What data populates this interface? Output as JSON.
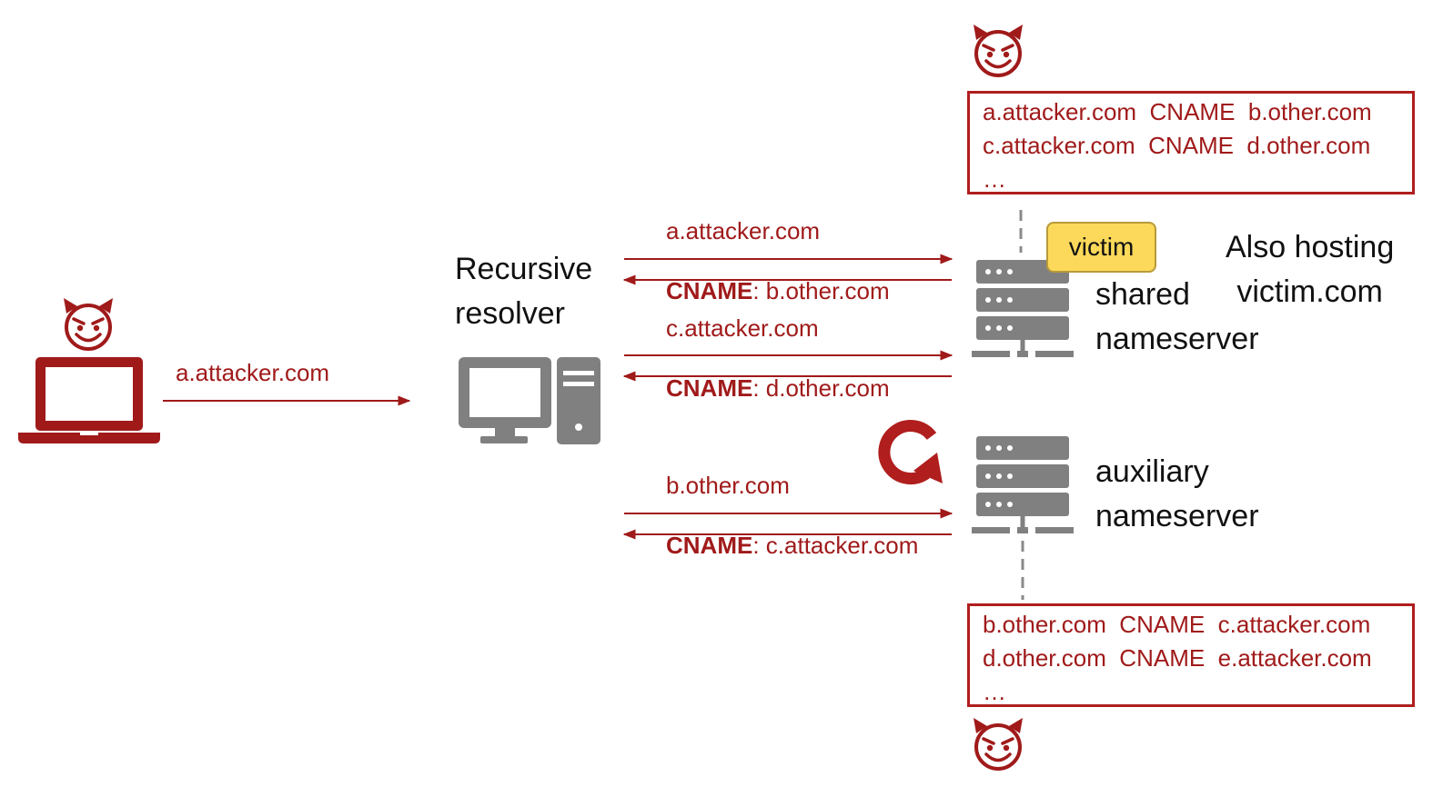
{
  "colors": {
    "accent": "#a01a1a",
    "device_gray": "#808080",
    "badge_fill": "#fcd95a"
  },
  "icons": {
    "attacker_top": "devil-face-icon",
    "attacker_bottom": "devil-face-icon",
    "attacker_client": "devil-face-icon",
    "laptop": "laptop-icon",
    "resolver": "desktop-computer-icon",
    "shared_server": "server-rack-icon",
    "auxiliary_server": "server-rack-icon",
    "loop": "loop-arrow-icon"
  },
  "client": {
    "query": "a.attacker.com"
  },
  "resolver": {
    "label_line1": "Recursive",
    "label_line2": "resolver"
  },
  "shared_exchange": [
    {
      "query": "a.attacker.com",
      "answer_prefix": "CNAME",
      "answer_value": ": b.other.com"
    },
    {
      "query": "c.attacker.com",
      "answer_prefix": "CNAME",
      "answer_value": ": d.other.com"
    }
  ],
  "auxiliary_exchange": [
    {
      "query": "b.other.com",
      "answer_prefix": "CNAME",
      "answer_value": ": c.attacker.com"
    }
  ],
  "shared_server": {
    "label_line1": "shared",
    "label_line2": "nameserver",
    "badge": "victim",
    "note_line1": "Also hosting",
    "note_line2": "victim.com"
  },
  "auxiliary_server": {
    "label_line1": "auxiliary",
    "label_line2": "nameserver"
  },
  "top_zone": {
    "records": [
      "a.attacker.com  CNAME  b.other.com",
      "c.attacker.com  CNAME  d.other.com",
      "…"
    ]
  },
  "bottom_zone": {
    "records": [
      "b.other.com  CNAME  c.attacker.com",
      "d.other.com  CNAME  e.attacker.com",
      "…"
    ]
  }
}
